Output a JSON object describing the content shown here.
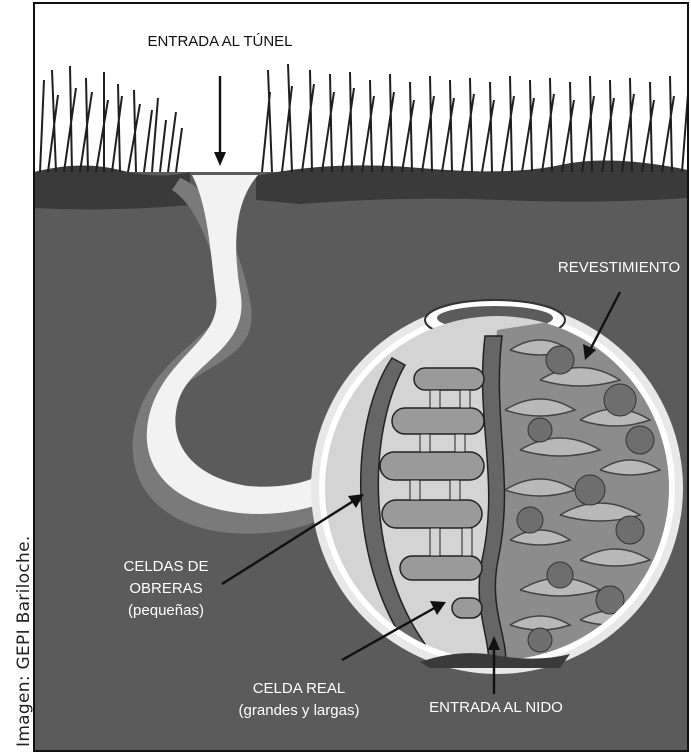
{
  "credit": "Imagen: GEPI Bariloche.",
  "labels": {
    "tunnel_entrance": "ENTRADA AL TÚNEL",
    "lining": "REVESTIMIENTO",
    "worker_cells_line1": "CELDAS DE",
    "worker_cells_line2": "OBRERAS",
    "worker_cells_line3": "(pequeñas)",
    "royal_cell_line1": "CELDA REAL",
    "royal_cell_line2": "(grandes y largas)",
    "nest_entrance": "ENTRADA AL NIDO"
  },
  "colors": {
    "soil": "#5a5a5a",
    "soil_dark": "#4a4a4a",
    "tunnel": "#f4f4f4",
    "sky": "#ffffff",
    "grass": "#2a2a2a"
  }
}
